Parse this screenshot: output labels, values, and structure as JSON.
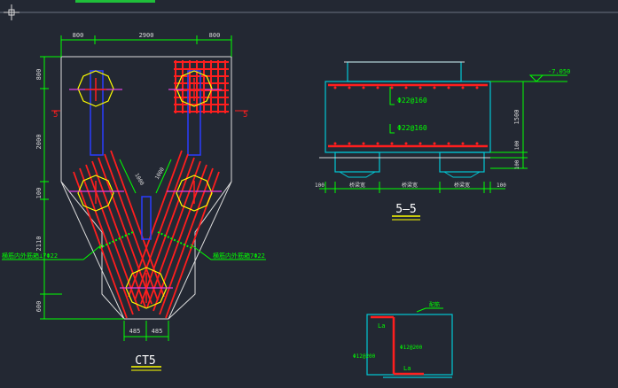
{
  "ui": {
    "bg": "#232833",
    "accent_green": "#00ff00",
    "accent_red": "#ff1e1e",
    "accent_cyan": "#00c8d6",
    "accent_yellow": "#ffff00",
    "accent_blue": "#2a3cff",
    "crosshair_icon": "crosshair-icon"
  },
  "ct5": {
    "dims_top": [
      "800",
      "2900",
      "800"
    ],
    "dims_left": [
      "800",
      "2000",
      "100",
      "2110",
      "600"
    ],
    "dims_bottom": [
      "485",
      "485"
    ],
    "diag_dims": [
      "1000",
      "1000"
    ],
    "section_markers": [
      "5",
      "5"
    ],
    "rebar_note_left": "横筋内外筋箱⊥7Φ22",
    "rebar_note_right": "横筋内外筋箱7Φ22",
    "title": "CT5"
  },
  "section55": {
    "elevation": "-7.050",
    "rebar_top": "Φ22@160",
    "rebar_bottom": "Φ22@160",
    "height_dims": [
      "1500",
      "100",
      "100"
    ],
    "bottom_dims": [
      "100",
      "桥梁宽",
      "桥梁宽",
      "桥梁宽",
      "100"
    ],
    "title": "5—5"
  },
  "detail": {
    "label_la_top": "La",
    "label_la_bottom": "La",
    "rebar_left": "Φ12@200",
    "rebar_right": "Φ12@200",
    "dim_top": "配筋"
  }
}
